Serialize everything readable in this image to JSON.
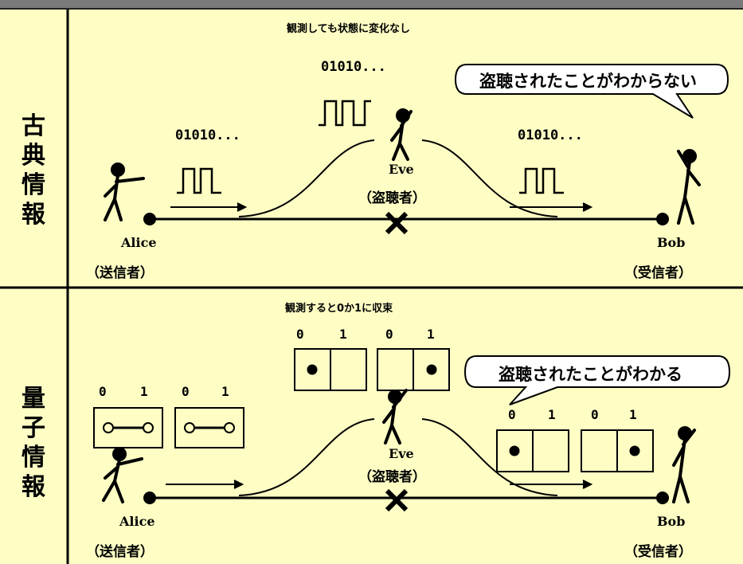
{
  "rows": {
    "classical": {
      "label": "古典情報",
      "caption": "観測しても状態に変化なし",
      "bits_left": "01010...",
      "bits_center": "01010...",
      "bits_right": "01010...",
      "speech": "盗聴されたことがわからない"
    },
    "quantum": {
      "label": "量子情報",
      "caption": "観測すると0か1に収束",
      "bits_left": [
        "0",
        "1",
        "0",
        "1"
      ],
      "bits_center": [
        "0",
        "1",
        "0",
        "1"
      ],
      "bits_right": [
        "0",
        "1",
        "0",
        "1"
      ],
      "speech": "盗聴されたことがわかる"
    }
  },
  "actors": {
    "alice": {
      "name": "Alice",
      "role": "（送信者）"
    },
    "eve": {
      "name": "Eve",
      "role": "（盗聴者）"
    },
    "bob": {
      "name": "Bob",
      "role": "（受信者）"
    }
  },
  "colors": {
    "background": "#fdfdc4",
    "ink": "#000000",
    "frame": "#7a7a7a"
  }
}
